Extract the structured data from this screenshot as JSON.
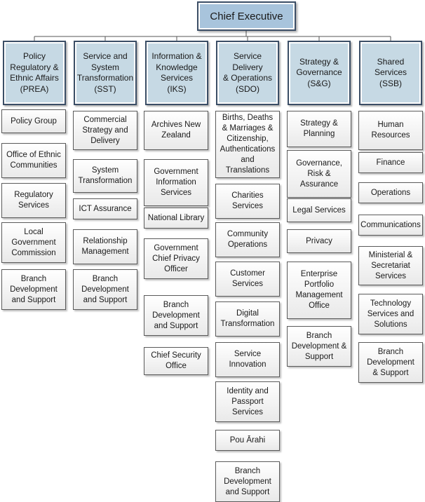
{
  "chief": "Chief Executive",
  "branches": [
    {
      "head": [
        "Policy",
        "Regulatory &",
        "Ethnic Affairs",
        "(PREA)"
      ],
      "units": [
        [
          "Policy Group"
        ],
        [
          "Office of Ethnic",
          "Communities"
        ],
        [
          "Regulatory",
          "Services"
        ],
        [
          "Local",
          "Government",
          "Commission"
        ],
        [
          "Branch",
          "Development",
          "and Support"
        ]
      ]
    },
    {
      "head": [
        "Service and",
        "System",
        "Transformation",
        "(SST)"
      ],
      "units": [
        [
          "Commercial",
          "Strategy and",
          "Delivery"
        ],
        [
          "System",
          "Transformation"
        ],
        [
          "ICT Assurance"
        ],
        [
          "Relationship",
          "Management"
        ],
        [
          "Branch",
          "Development",
          "and Support"
        ]
      ]
    },
    {
      "head": [
        "Information &",
        "Knowledge",
        "Services",
        "(IKS)"
      ],
      "units": [
        [
          "Archives New",
          "Zealand"
        ],
        [
          "Government",
          "Information",
          "Services"
        ],
        [
          "National Library"
        ],
        [
          "Government",
          "Chief Privacy",
          "Officer"
        ],
        [
          "Branch",
          "Development",
          "and Support"
        ],
        [
          "Chief Security",
          "Office"
        ]
      ]
    },
    {
      "head": [
        "Service Delivery",
        "& Operations",
        "(SDO)"
      ],
      "units": [
        [
          "Births, Deaths",
          "& Marriages &",
          "Citizenship,",
          "Authentications",
          "and Translations"
        ],
        [
          "Charities",
          "Services"
        ],
        [
          "Community",
          "Operations"
        ],
        [
          "Customer",
          "Services"
        ],
        [
          "Digital",
          "Transformation"
        ],
        [
          "Service",
          "Innovation"
        ],
        [
          "Identity and",
          "Passport",
          "Services"
        ],
        [
          "Pou Ārahi"
        ],
        [
          "Branch",
          "Development",
          "and Support"
        ]
      ]
    },
    {
      "head": [
        "Strategy &",
        "Governance",
        "(S&G)"
      ],
      "units": [
        [
          "Strategy &",
          "Planning"
        ],
        [
          "Governance,",
          "Risk &",
          "Assurance"
        ],
        [
          "Legal Services"
        ],
        [
          "Privacy"
        ],
        [
          "Enterprise",
          "Portfolio",
          "Management",
          "Office"
        ],
        [
          "Branch",
          "Development &",
          "Support"
        ]
      ]
    },
    {
      "head": [
        "Shared Services",
        "(SSB)"
      ],
      "units": [
        [
          "Human",
          "Resources"
        ],
        [
          "Finance"
        ],
        [
          "Operations"
        ],
        [
          "Communications"
        ],
        [
          "Ministerial &",
          "Secretariat",
          "Services"
        ],
        [
          "Technology",
          "Services and",
          "Solutions"
        ],
        [
          "Branch",
          "Development",
          "& Support"
        ]
      ]
    }
  ]
}
